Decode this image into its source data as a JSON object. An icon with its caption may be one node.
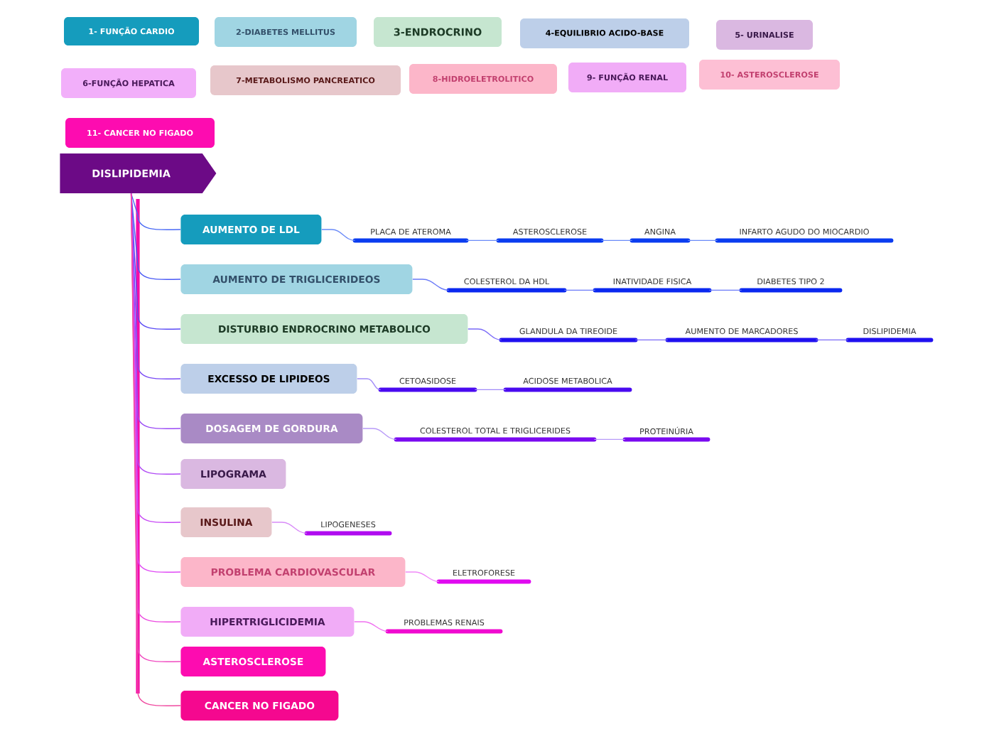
{
  "diagram": {
    "nodes": [
      {
        "text": [
          "1- FUNÇÃO CARDIO"
        ]
      },
      {
        "text": [
          "2-DIABETES MELLITUS"
        ]
      },
      {
        "text": [
          "3-ENDROCRINO"
        ]
      },
      {
        "text": [
          "4-EQUILIBRIO ACIDO-BASE"
        ]
      },
      {
        "text": [
          "5- URINALISE"
        ]
      },
      {
        "text": [
          "6-FUNÇÃO HEPATICA"
        ]
      },
      {
        "text": [
          "7-METABOLISMO PANCREATICO"
        ]
      },
      {
        "text": [
          "8-HIDROELETROLITICO"
        ]
      },
      {
        "text": [
          "9- FUNÇÃO RENAL"
        ]
      },
      {
        "text": [
          "10- ASTEROSCLEROSE"
        ]
      },
      {
        "text": [
          "11- CANCER NO FIGADO"
        ]
      },
      {
        "text": [
          "DISLIPIDEMIA"
        ]
      },
      {
        "text": [
          "AUMENTO DE LDL"
        ]
      },
      {
        "text": [
          "PLACA DE ATEROMA"
        ]
      },
      {
        "text": [
          "ASTEROSCLEROSE"
        ]
      },
      {
        "text": [
          "ANGINA"
        ]
      },
      {
        "text": [
          "INFARTO AGUDO DO MIOCARDIO"
        ]
      },
      {
        "text": [
          "AUMENTO DE TRIGLICERIDEOS"
        ]
      },
      {
        "text": [
          "COLESTEROL DA HDL"
        ]
      },
      {
        "text": [
          "INATIVIDADE FISICA"
        ]
      },
      {
        "text": [
          "DIABETES TIPO 2"
        ]
      },
      {
        "text": [
          "DISTURBIO ENDROCRINO METABOLICO"
        ]
      },
      {
        "text": [
          "GLANDULA DA TIREOIDE"
        ]
      },
      {
        "text": [
          "AUMENTO DE MARCADORES"
        ]
      },
      {
        "text": [
          "DISLIPIDEMIA"
        ]
      },
      {
        "text": [
          "EXCESSO DE LIPIDEOS"
        ]
      },
      {
        "text": [
          "CETOASIDOSE"
        ]
      },
      {
        "text": [
          "ACIDOSE METABOLICA"
        ]
      },
      {
        "text": [
          "DOSAGEM DE GORDURA"
        ]
      },
      {
        "text": [
          "COLESTEROL TOTAL E TRIGLICERIDES"
        ]
      },
      {
        "text": [
          "PROTEINÚRIA"
        ]
      },
      {
        "text": [
          "LIPOGRAMA"
        ]
      },
      {
        "text": [
          "INSULINA"
        ]
      },
      {
        "text": [
          "LIPOGENESES"
        ]
      },
      {
        "text": [
          "PROBLEMA CARDIOVASCULAR"
        ]
      },
      {
        "text": [
          "ELETROFORESE"
        ]
      },
      {
        "text": [
          "HIPERTRIGLICIDEMIA"
        ]
      },
      {
        "text": [
          "PROBLEMAS RENAIS"
        ]
      },
      {
        "text": [
          "ASTEROSCLEROSE"
        ]
      },
      {
        "text": [
          "CANCER NO FIGADO"
        ]
      }
    ],
    "edges": [
      {
        "from": 11,
        "to": 12,
        "arrow": "none",
        "color": "#4a6af5"
      },
      {
        "from": 11,
        "to": 17,
        "arrow": "none",
        "color": "#4a5af5"
      },
      {
        "from": 11,
        "to": 21,
        "arrow": "none",
        "color": "#5a4af5"
      },
      {
        "from": 11,
        "to": 25,
        "arrow": "none",
        "color": "#7a4af5"
      },
      {
        "from": 11,
        "to": 28,
        "arrow": "none",
        "color": "#9a4af5"
      },
      {
        "from": 11,
        "to": 31,
        "arrow": "none",
        "color": "#b04af5"
      },
      {
        "from": 11,
        "to": 32,
        "arrow": "none",
        "color": "#c84af5"
      },
      {
        "from": 11,
        "to": 34,
        "arrow": "none",
        "color": "#e04af5"
      },
      {
        "from": 11,
        "to": 36,
        "arrow": "none",
        "color": "#ec4ae0"
      },
      {
        "from": 11,
        "to": 38,
        "arrow": "none",
        "color": "#f04ac0"
      },
      {
        "from": 11,
        "to": 39,
        "arrow": "none",
        "color": "#f04aa0"
      },
      {
        "from": 12,
        "to": 13,
        "arrow": "none",
        "color": "#6a8af8"
      },
      {
        "from": 13,
        "to": 14,
        "arrow": "none",
        "color": "#6a8af8"
      },
      {
        "from": 14,
        "to": 15,
        "arrow": "none",
        "color": "#6a8af8"
      },
      {
        "from": 15,
        "to": 16,
        "arrow": "none",
        "color": "#6a8af8"
      },
      {
        "from": 17,
        "to": 18,
        "arrow": "none",
        "color": "#6a7af8"
      },
      {
        "from": 18,
        "to": 19,
        "arrow": "none",
        "color": "#6a7af8"
      },
      {
        "from": 19,
        "to": 20,
        "arrow": "none",
        "color": "#6a7af8"
      },
      {
        "from": 21,
        "to": 22,
        "arrow": "none",
        "color": "#7a6af8"
      },
      {
        "from": 22,
        "to": 23,
        "arrow": "none",
        "color": "#7a6af8"
      },
      {
        "from": 23,
        "to": 24,
        "arrow": "none",
        "color": "#7a6af8"
      },
      {
        "from": 25,
        "to": 26,
        "arrow": "none",
        "color": "#a08af8"
      },
      {
        "from": 26,
        "to": 27,
        "arrow": "none",
        "color": "#a08af8"
      },
      {
        "from": 28,
        "to": 29,
        "arrow": "none",
        "color": "#b89af8"
      },
      {
        "from": 29,
        "to": 30,
        "arrow": "none",
        "color": "#b89af8"
      },
      {
        "from": 32,
        "to": 33,
        "arrow": "none",
        "color": "#d88af8"
      },
      {
        "from": 34,
        "to": 35,
        "arrow": "none",
        "color": "#f08af8"
      },
      {
        "from": 36,
        "to": 37,
        "arrow": "none",
        "color": "#f070f0"
      }
    ]
  }
}
